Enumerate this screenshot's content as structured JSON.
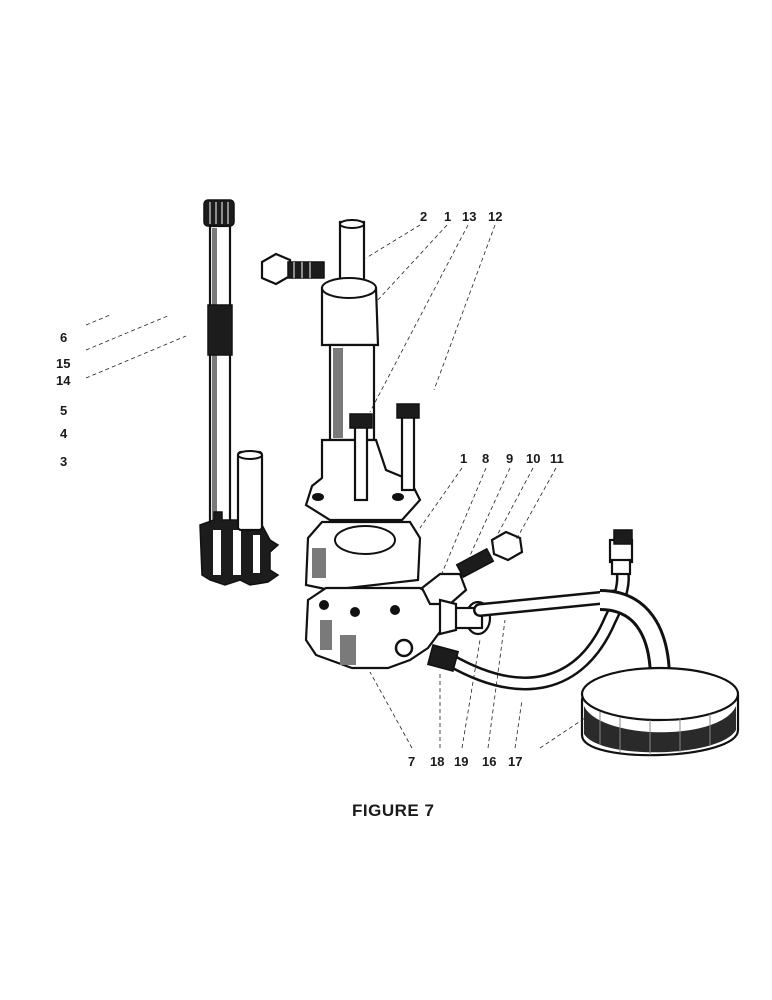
{
  "caption": "FIGURE 7",
  "labels": {
    "l1_top": "1",
    "l2": "2",
    "l13": "13",
    "l12": "12",
    "l6": "6",
    "l15": "15",
    "l14": "14",
    "l5": "5",
    "l4": "4",
    "l3": "3",
    "l1_mid": "1",
    "l8": "8",
    "l9": "9",
    "l10": "10",
    "l11": "11",
    "l7": "7",
    "l18": "18",
    "l19": "19",
    "l16": "16",
    "l17": "17"
  }
}
